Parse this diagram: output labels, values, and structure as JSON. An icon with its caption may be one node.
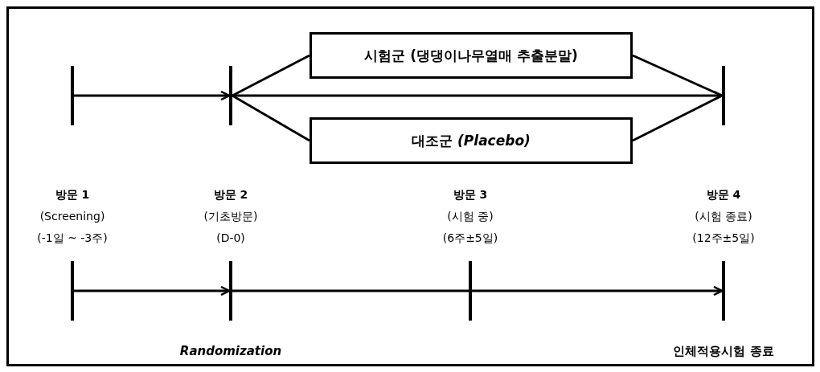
{
  "diagram": {
    "nodes": [
      {
        "text": [
          "시험군 (댕댕이나무열매 추출분말)"
        ]
      },
      {
        "text": [
          "대조군 *(Placebo)*"
        ]
      },
      {
        "text": [],
        "shape": "bar"
      },
      {
        "text": [],
        "shape": "bar"
      },
      {
        "text": [],
        "shape": "bar"
      },
      {
        "text": [],
        "shape": "bar",
        "beside": [
          "방문 1",
          "(Screening)",
          "(-1일 ~ -3주)"
        ]
      },
      {
        "text": [],
        "shape": "bar",
        "beside": [
          "방문 2",
          "(기초방문)",
          "(D-0)",
          "Randomization"
        ]
      },
      {
        "text": [],
        "shape": "bar",
        "beside": [
          "방문 3",
          "(시험 중)",
          "(6주±5일)"
        ]
      },
      {
        "text": [],
        "shape": "bar",
        "beside": [
          "방문 4",
          "(시험 종료)",
          "(12주±5일)",
          "인체적용시험 종료"
        ]
      }
    ],
    "edges": [
      {
        "from": 2,
        "to": 3,
        "arrow": "to"
      },
      {
        "from": 3,
        "to": 0,
        "arrow": "none"
      },
      {
        "from": 3,
        "to": 1,
        "arrow": "none"
      },
      {
        "from": 3,
        "to": 4,
        "arrow": "to"
      },
      {
        "from": 0,
        "to": 4,
        "arrow": "none"
      },
      {
        "from": 1,
        "to": 4,
        "arrow": "none"
      },
      {
        "from": 5,
        "to": 6,
        "arrow": "to"
      },
      {
        "from": 6,
        "to": 7,
        "arrow": "none"
      },
      {
        "from": 7,
        "to": 8,
        "arrow": "to"
      }
    ]
  }
}
